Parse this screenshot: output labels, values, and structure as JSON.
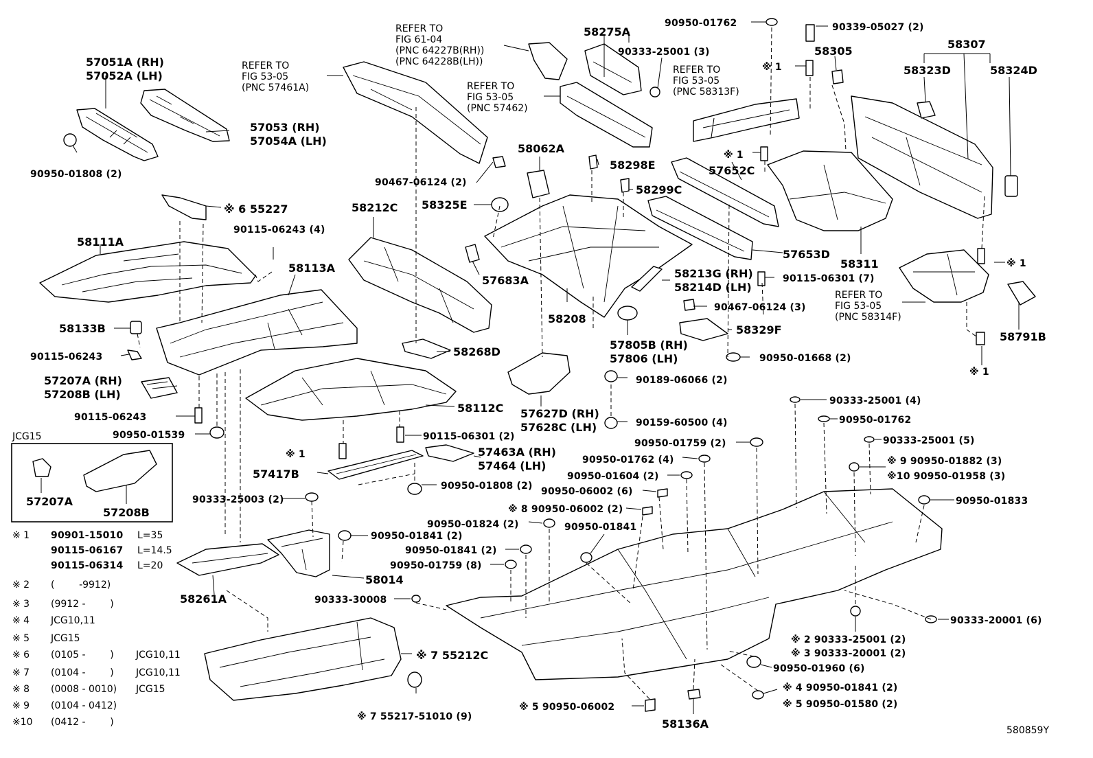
{
  "diagram_id": "580859Y",
  "inset_title": "JCG15",
  "labels": [
    {
      "text": "57051A (RH)"
    },
    {
      "text": "57052A (LH)"
    },
    {
      "text": "57053 (RH)"
    },
    {
      "text": "57054A (LH)"
    },
    {
      "text": "90950-01808 (2)"
    },
    {
      "text": "※ 6  55227"
    },
    {
      "text": "90115-06243 (4)"
    },
    {
      "text": "58111A"
    },
    {
      "text": "58113A"
    },
    {
      "text": "58133B"
    },
    {
      "text": "90115-06243"
    },
    {
      "text": "57207A (RH)"
    },
    {
      "text": "57208B (LH)"
    },
    {
      "text": "90115-06243"
    },
    {
      "text": "90950-01539"
    },
    {
      "text": "57207A"
    },
    {
      "text": "57208B"
    },
    {
      "text": "58212C"
    },
    {
      "text": "57683A"
    },
    {
      "text": "58268D"
    },
    {
      "text": "58112C"
    },
    {
      "text": "90115-06301 (2)"
    },
    {
      "text": "※ 1"
    },
    {
      "text": "57463A (RH)"
    },
    {
      "text": "57464 (LH)"
    },
    {
      "text": "57417B"
    },
    {
      "text": "90950-01808 (2)"
    },
    {
      "text": "90333-25003 (2)"
    },
    {
      "text": "90950-01841 (2)"
    },
    {
      "text": "58014"
    },
    {
      "text": "58261A"
    },
    {
      "text": "※ 7  55212C"
    },
    {
      "text": "※ 7  55217-51010 (9)"
    },
    {
      "text": "90467-06124 (2)"
    },
    {
      "text": "58325E"
    },
    {
      "text": "58062A"
    },
    {
      "text": "58298E"
    },
    {
      "text": "58299C"
    },
    {
      "text": "58208"
    },
    {
      "text": "58213G (RH)"
    },
    {
      "text": "58214D (LH)"
    },
    {
      "text": "90115-06301 (7)"
    },
    {
      "text": "90467-06124 (3)"
    },
    {
      "text": "58329F"
    },
    {
      "text": "57805B (RH)"
    },
    {
      "text": "57806 (LH)"
    },
    {
      "text": "90950-01668 (2)"
    },
    {
      "text": "90189-06066 (2)"
    },
    {
      "text": "57627D (RH)"
    },
    {
      "text": "57628C (LH)"
    },
    {
      "text": "90159-60500 (4)"
    },
    {
      "text": "58275A"
    },
    {
      "text": "90950-01762"
    },
    {
      "text": "90333-25001 (3)"
    },
    {
      "text": "90339-05027 (2)"
    },
    {
      "text": "58305"
    },
    {
      "text": "※ 1"
    },
    {
      "text": "58307"
    },
    {
      "text": "58323D"
    },
    {
      "text": "58324D"
    },
    {
      "text": "※ 1"
    },
    {
      "text": "57652C"
    },
    {
      "text": "57653D"
    },
    {
      "text": "58311"
    },
    {
      "text": "※ 1"
    },
    {
      "text": "58791B"
    },
    {
      "text": "※ 1"
    },
    {
      "text": "90333-25001 (4)"
    },
    {
      "text": "90950-01762"
    },
    {
      "text": "90333-25001 (5)"
    },
    {
      "text": "※ 9  90950-01882 (3)"
    },
    {
      "text": "※10  90950-01958 (3)"
    },
    {
      "text": "90950-01833"
    },
    {
      "text": "90950-01759 (2)"
    },
    {
      "text": "90950-01762 (4)"
    },
    {
      "text": "90950-01604 (2)"
    },
    {
      "text": "90950-06002 (6)"
    },
    {
      "text": "※ 8  90950-06002 (2)"
    },
    {
      "text": "90950-01824 (2)"
    },
    {
      "text": "90950-01841"
    },
    {
      "text": "90950-01841 (2)"
    },
    {
      "text": "90950-01759 (8)"
    },
    {
      "text": "90333-30008"
    },
    {
      "text": "90333-20001 (6)"
    },
    {
      "text": "※ 2  90333-25001 (2)"
    },
    {
      "text": "※ 3  90333-20001 (2)"
    },
    {
      "text": "90950-01960 (6)"
    },
    {
      "text": "※ 4  90950-01841 (2)"
    },
    {
      "text": "※ 5  90950-01580 (2)"
    },
    {
      "text": "※ 5  90950-06002"
    },
    {
      "text": "58136A"
    }
  ],
  "references": [
    {
      "lines": [
        "REFER TO",
        "FIG  61-04",
        "(PNC  64227B(RH))",
        "(PNC  64228B(LH))"
      ]
    },
    {
      "lines": [
        "REFER TO",
        "FIG  53-05",
        "(PNC  57461A)"
      ]
    },
    {
      "lines": [
        "REFER TO",
        "FIG  53-05",
        "(PNC  57462)"
      ]
    },
    {
      "lines": [
        "REFER TO",
        "FIG  53-05",
        "(PNC  58313F)"
      ]
    },
    {
      "lines": [
        "REFER TO",
        "FIG  53-05",
        "(PNC  58314F)"
      ]
    }
  ],
  "notes": [
    {
      "mark": "※ 1",
      "lines": [
        [
          "90901-15010",
          "L=35"
        ],
        [
          "90115-06167",
          "L=14.5"
        ],
        [
          "90115-06314",
          "L=20"
        ]
      ]
    },
    {
      "mark": "※ 2",
      "text": "(        -9912)",
      "suffix": ""
    },
    {
      "mark": "※ 3",
      "text": "(9912 -        )",
      "suffix": ""
    },
    {
      "mark": "※ 4",
      "text": "JCG10,11",
      "suffix": ""
    },
    {
      "mark": "※ 5",
      "text": "JCG15",
      "suffix": ""
    },
    {
      "mark": "※ 6",
      "text": "(0105 -        )",
      "suffix": "JCG10,11"
    },
    {
      "mark": "※ 7",
      "text": "(0104 -        )",
      "suffix": "JCG10,11"
    },
    {
      "mark": "※ 8",
      "text": "(0008 - 0010)",
      "suffix": "JCG15"
    },
    {
      "mark": "※ 9",
      "text": "(0104 - 0412)",
      "suffix": ""
    },
    {
      "mark": "※10",
      "text": "(0412 -        )",
      "suffix": ""
    }
  ]
}
